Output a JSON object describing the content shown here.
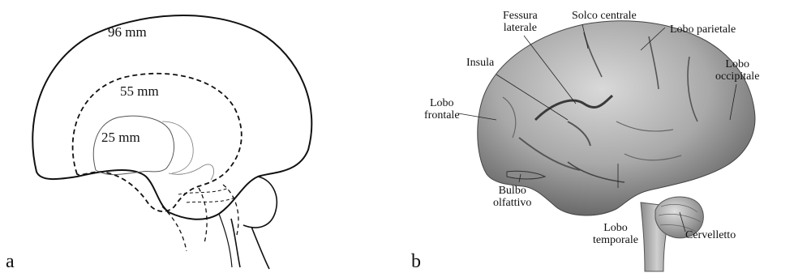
{
  "panel_a": {
    "letter": "a",
    "outline_labels": [
      "96 mm",
      "55 mm",
      "25 mm"
    ]
  },
  "panel_b": {
    "letter": "b",
    "labels": {
      "fessura_laterale": "Fessura\nlaterale",
      "solco_centrale": "Solco centrale",
      "lobo_parietale": "Lobo parietale",
      "insula": "Insula",
      "lobo_occipitale": "Lobo\noccipitale",
      "lobo_frontale": "Lobo\nfrontale",
      "bulbo_olfattivo": "Bulbo\nolfattivo",
      "lobo_temporale": "Lobo\ntemporale",
      "cervelletto": "Cervelletto"
    }
  }
}
